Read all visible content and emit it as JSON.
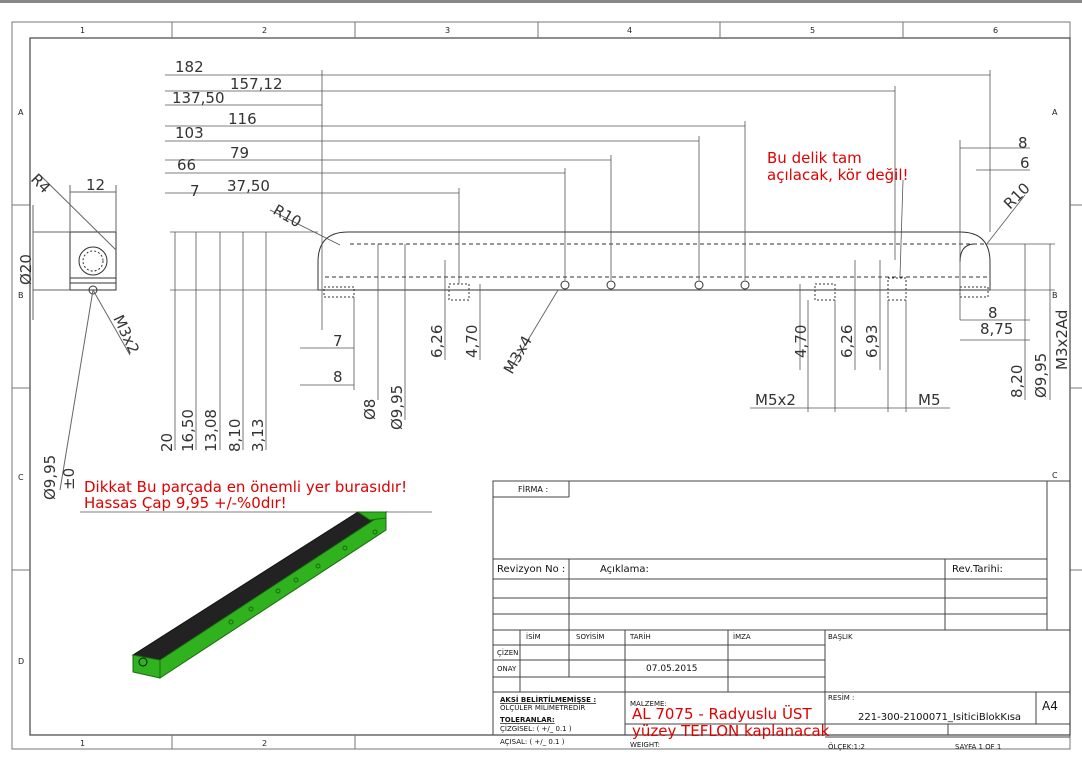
{
  "border": {
    "col_labels": [
      "1",
      "2",
      "3",
      "4",
      "5",
      "6"
    ],
    "row_labels": [
      "A",
      "B",
      "C",
      "D"
    ]
  },
  "dims": {
    "d182": "182",
    "d157": "157,12",
    "d137": "137,50",
    "d116": "116",
    "d103": "103",
    "d79": "79",
    "d66": "66",
    "d37": "37,50",
    "d7top": "7",
    "d12": "12",
    "r4": "R4",
    "dia20": "Ø20",
    "m3x2": "M3x2",
    "r10left": "R10",
    "r10right": "R10",
    "d8top": "8",
    "d6top": "6",
    "d7mid": "7",
    "d8mid": "8",
    "d626left": "6,26",
    "d470left": "4,70",
    "m3x4": "M3x4",
    "dia8": "Ø8",
    "dia995mid": "Ø9,95",
    "d20": "20",
    "d1650": "16,50",
    "d1308": "13,08",
    "d810": "8,10",
    "d313": "3,13",
    "d470right": "4,70",
    "d626right": "6,26",
    "d693": "6,93",
    "m5x2": "M5x2",
    "m5": "M5",
    "d8right": "8",
    "d875": "8,75",
    "d820": "8,20",
    "dia995right": "Ø9,95",
    "m3x2ad": "M3x2Ad",
    "dia995left": "Ø9,95",
    "tol": "±0"
  },
  "notes": {
    "hole_line1": "Bu delik tam",
    "hole_line2": "açılacak, kör değil!",
    "warn_line1": "Dikkat Bu parçada en önemli yer burasıdır!",
    "warn_line2": "Hassas Çap 9,95 +/-%0dır!"
  },
  "title_block": {
    "firma": "FİRMA :",
    "revizyon": "Revizyon No :",
    "aciklama": "Açıklama:",
    "rev_tarihi": "Rev.Tarihi:",
    "isim": "İSİM",
    "soyisim": "SOYİSİM",
    "tarih": "TARİH",
    "imza": "İMZA",
    "baslik": "BAŞLIK",
    "cizen": "ÇİZEN",
    "onay": "ONAY",
    "date": "07.05.2015",
    "aksi": "AKSİ BELİRTİLMEMİŞSE :",
    "olculer": "ÖLÇÜLER MİLİMETREDİR",
    "toleranslar": "TOLERANLAR:",
    "cizgisel": "ÇİZGİSEL: ( +/_ 0.1 )",
    "acisal": "AÇISAL: ( +/_ 0.1 )",
    "malzeme": "MALZEME:",
    "material_line1": "AL 7075 - Radyuslu ÜST",
    "material_line2": "yüzey TEFLON kaplanacak",
    "weight": "WEIGHT:",
    "resim": "RESİM :",
    "drawing_no": "221-300-2100071_IsiticiBlokKısa",
    "size": "A4",
    "olcek": "ÖLÇEK:1:2",
    "sayfa": "SAYFA 1 OF 1"
  },
  "colors": {
    "green": "#2fb21e",
    "black_top": "#222222",
    "red_text": "#e00000"
  }
}
